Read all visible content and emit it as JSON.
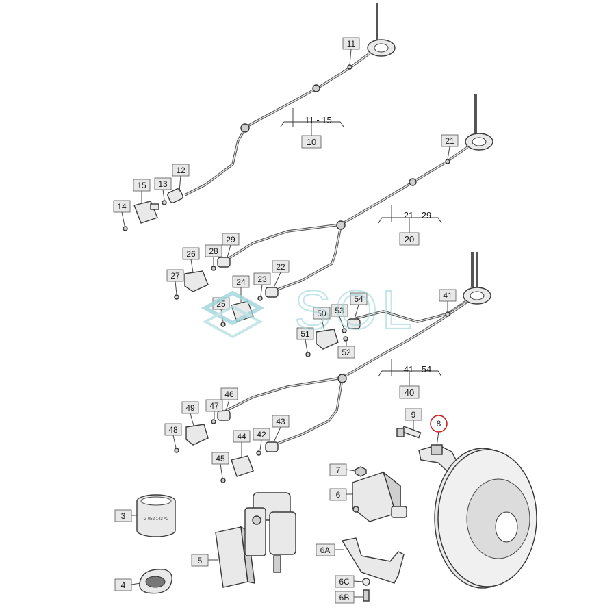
{
  "watermark": {
    "text": "SOL",
    "color": "#9fd6da"
  },
  "colors": {
    "part_fill": "#e9e9e9",
    "label_fill": "#e8e8e8",
    "highlight": "#cc1f1f"
  },
  "callouts": {
    "c11": "11",
    "c12": "12",
    "c13": "13",
    "c14": "14",
    "c15": "15",
    "c21": "21",
    "c22": "22",
    "c23": "23",
    "c24": "24",
    "c25": "25",
    "c26": "26",
    "c27": "27",
    "c28": "28",
    "c29": "29",
    "c41": "41",
    "c42": "42",
    "c43": "43",
    "c44": "44",
    "c45": "45",
    "c46": "46",
    "c47": "47",
    "c48": "48",
    "c49": "49",
    "c50": "50",
    "c51": "51",
    "c52": "52",
    "c53": "53",
    "c54": "54",
    "c3": "3",
    "c4": "4",
    "c5": "5",
    "c6": "6",
    "c6A": "6A",
    "c6B": "6B",
    "c6C": "6C",
    "c7": "7",
    "c8": "8",
    "c9": "9"
  },
  "groups": {
    "g10_range": "11 - 15",
    "g10_id": "10",
    "g20_range": "21 - 29",
    "g20_id": "20",
    "g40_range": "41 - 54",
    "g40_id": "40"
  },
  "module_text": "G 052 143 A2",
  "highlighted_part": "8"
}
